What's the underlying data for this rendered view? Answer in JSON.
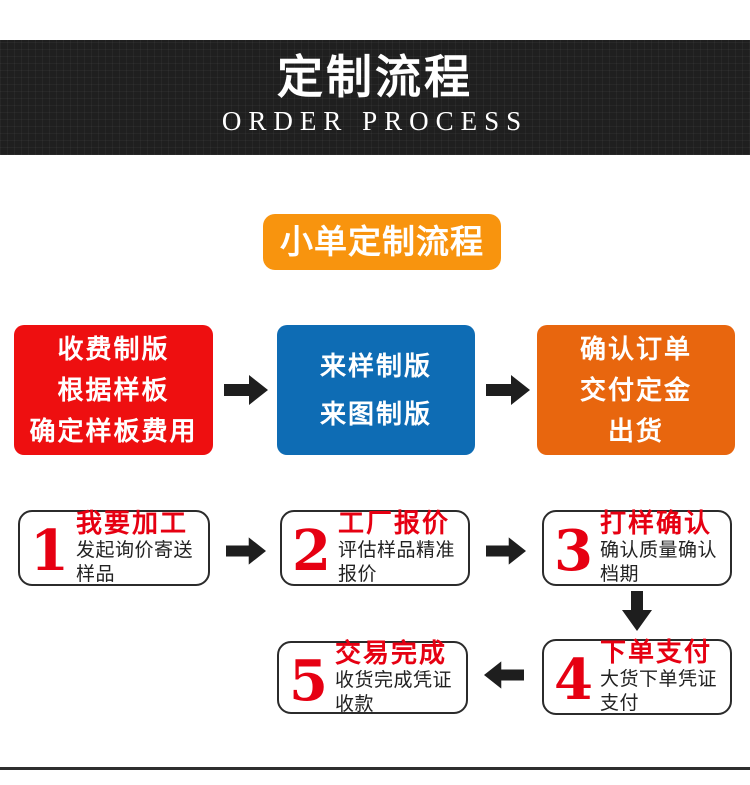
{
  "header": {
    "title": "定制流程",
    "subtitle": "ORDER PROCESS",
    "background": "#1f1f1f",
    "text_color": "#ffffff"
  },
  "banner": {
    "label": "小单定制流程",
    "color": "#f8940e"
  },
  "flow": {
    "boxes": [
      {
        "name": "paid-platemaking",
        "color": "#ee0f10",
        "lines": [
          "收费制版",
          "根据样板",
          "确定样板费用"
        ]
      },
      {
        "name": "sample-platemaking",
        "color": "#0e6cb4",
        "lines": [
          "来样制版",
          "来图制版"
        ]
      },
      {
        "name": "confirm-order",
        "color": "#e8660e",
        "lines": [
          "确认订单",
          "交付定金",
          "出货"
        ]
      }
    ]
  },
  "steps": [
    {
      "number": "1",
      "title": "我要加工",
      "subtitle": "发起询价寄送样品"
    },
    {
      "number": "2",
      "title": "工厂报价",
      "subtitle": "评估样品精准报价"
    },
    {
      "number": "3",
      "title": "打样确认",
      "subtitle": "确认质量确认档期"
    },
    {
      "number": "4",
      "title": "下单支付",
      "subtitle": "大货下单凭证支付"
    },
    {
      "number": "5",
      "title": "交易完成",
      "subtitle": "收货完成凭证收款"
    }
  ],
  "colors": {
    "step_accent": "#e60012",
    "step_subtitle": "#222222",
    "arrow": "#1e1e1e",
    "red_box": "#ee0f10",
    "blue_box": "#0e6cb4",
    "orange_box": "#e8660e",
    "banner_orange": "#f8940e"
  }
}
